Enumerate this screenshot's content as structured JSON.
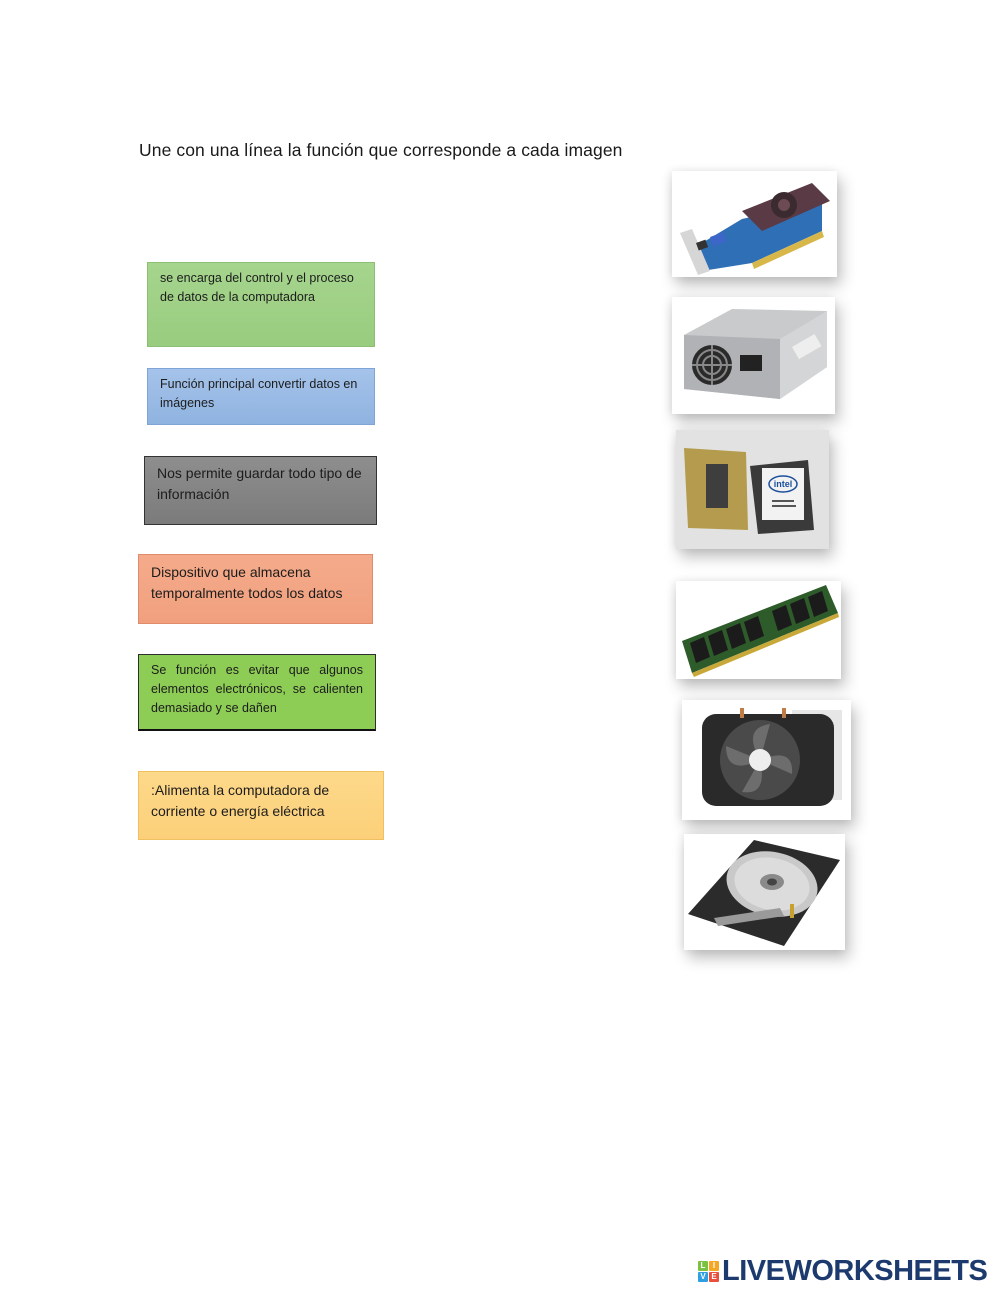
{
  "worksheet": {
    "instruction": "Une con una línea la función que corresponde a cada imagen",
    "function_boxes": [
      {
        "text": "se encarga del control y el proceso de datos de la computadora",
        "color": "#a6d58e"
      },
      {
        "text": "Función principal convertir datos en imágenes",
        "color": "#a5c3ea"
      },
      {
        "text": "Nos permite guardar todo tipo de información",
        "color": "#8e8e8e"
      },
      {
        "text": "Dispositivo que almacena temporalmente todos los datos",
        "color": "#f4ab8b"
      },
      {
        "text": "Se función es evitar que algunos elementos electrónicos, se calienten demasiado y se dañen",
        "color": "#8dcd55"
      },
      {
        "text": ":Alimenta la computadora de corriente o energía eléctrica",
        "color": "#fdd98a"
      }
    ],
    "images": [
      {
        "name": "graphics-card",
        "alt": "Tarjeta de video"
      },
      {
        "name": "power-supply",
        "alt": "Fuente de poder"
      },
      {
        "name": "cpu-processor",
        "alt": "Procesador Intel"
      },
      {
        "name": "ram-module",
        "alt": "Memoria RAM"
      },
      {
        "name": "cpu-cooler-fan",
        "alt": "Ventilador / disipador"
      },
      {
        "name": "hard-disk-drive",
        "alt": "Disco duro"
      }
    ]
  },
  "footer": {
    "logo_text": "LIVEWORKSHEETS",
    "logo_mark": [
      "L",
      "I",
      "V",
      "E"
    ]
  }
}
